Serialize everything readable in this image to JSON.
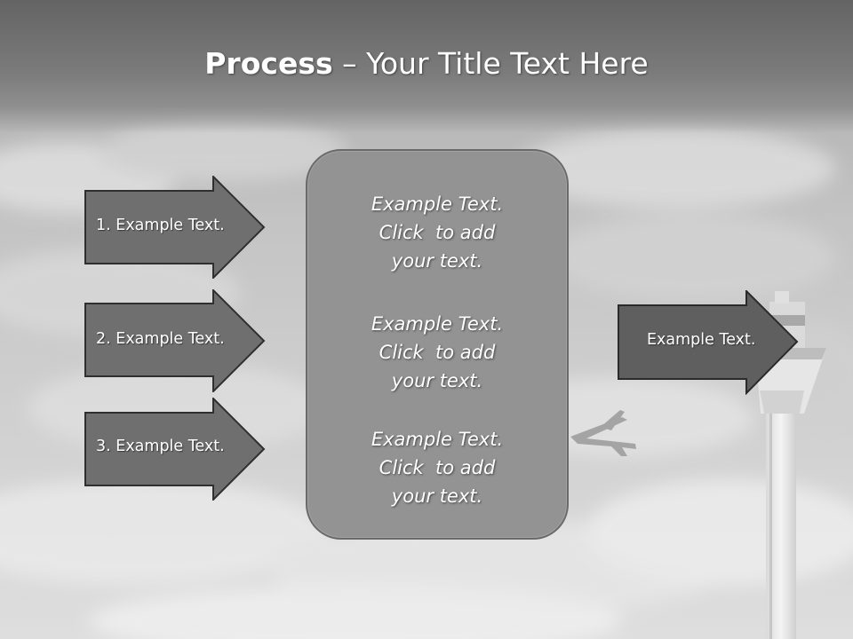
{
  "title": {
    "bold": "Process",
    "rest": " – Your Title Text Here"
  },
  "left_arrows": [
    {
      "label": "1. Example Text."
    },
    {
      "label": "2. Example Text."
    },
    {
      "label": "3. Example Text."
    }
  ],
  "center_blocks": [
    {
      "line1": "Example Text.",
      "line2": "Click  to add",
      "line3": "your text."
    },
    {
      "line1": "Example Text.",
      "line2": "Click  to add",
      "line3": "your text."
    },
    {
      "line1": "Example Text.",
      "line2": "Click  to add",
      "line3": "your text."
    }
  ],
  "right_arrow": {
    "label": "Example Text."
  },
  "colors": {
    "arrow_fill": "#6f6f6f",
    "arrow_stroke": "#2f2f2f",
    "box_fill": "#939393"
  }
}
